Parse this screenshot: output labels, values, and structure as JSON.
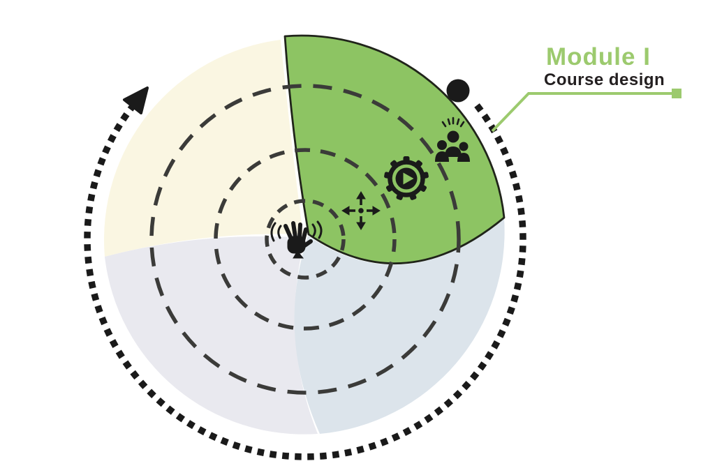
{
  "figure": {
    "annotation": {
      "title": "Module I",
      "subtitle": "Course design"
    },
    "sectors": [
      {
        "id": "module-1",
        "position": "top-right",
        "color": "#8dc463",
        "outlined": true,
        "label": "Module I"
      },
      {
        "id": "top-left",
        "position": "top-left",
        "color": "#faf6e2",
        "outlined": false,
        "label": ""
      },
      {
        "id": "bottom-left",
        "position": "bottom-left",
        "color": "#e9e9ef",
        "outlined": false,
        "label": ""
      },
      {
        "id": "bottom-right",
        "position": "bottom-right",
        "color": "#dce4eb",
        "outlined": false,
        "label": ""
      }
    ],
    "rings": {
      "dashed_circle_count": 3,
      "dash_color": "#3b3b39",
      "outer_dotted_arrow_color": "#1a1a1a",
      "direction": "clockwise"
    },
    "icons": [
      {
        "name": "hand-icon"
      },
      {
        "name": "move-arrows-icon"
      },
      {
        "name": "gear-play-icon"
      },
      {
        "name": "team-icon"
      },
      {
        "name": "position-marker-dot"
      },
      {
        "name": "cycle-arrowhead-icon"
      }
    ],
    "colors": {
      "green": "#8dc463",
      "cream": "#faf6e2",
      "gray": "#e9e9ef",
      "blue": "#dce4eb",
      "outline": "#20241a",
      "dash": "#3b3b39",
      "ink": "#1a1a1a",
      "label_green": "#9cca6e",
      "subtitle_ink": "#231f20",
      "background": "#ffffff"
    }
  }
}
